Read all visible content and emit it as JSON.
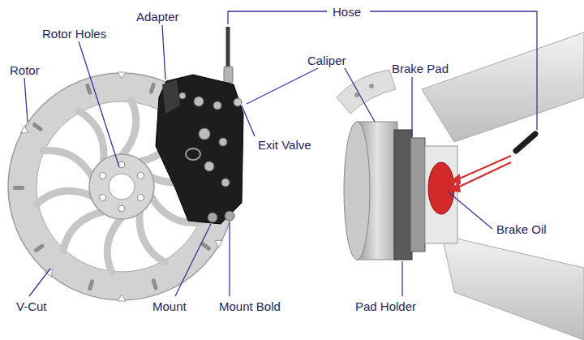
{
  "diagram": {
    "labels": [
      "Hose",
      "Adapter",
      "Rotor Holes",
      "Rotor",
      "Caliper",
      "Brake Pad",
      "Exit Valve",
      "Brake Oil",
      "V-Cut",
      "Mount",
      "Mount Bold",
      "Pad Holder"
    ]
  }
}
